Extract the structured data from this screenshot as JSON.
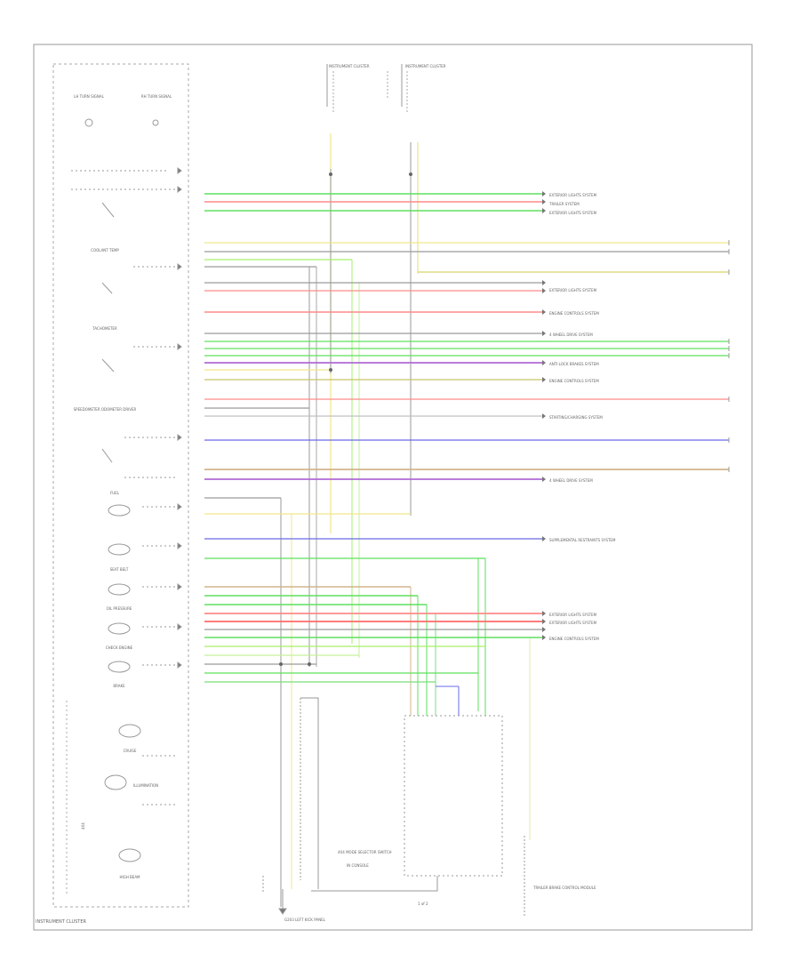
{
  "cluster": {
    "title": "INSTRUMENT CLUSTER",
    "gauges": [
      {
        "label": "COOLANT TEMP"
      },
      {
        "label": "TACHOMETER"
      },
      {
        "label": "SPEEDOMETER ODOMETER DRIVER"
      }
    ],
    "lamps": [
      {
        "label": "FUEL"
      },
      {
        "label": "SEAT BELT"
      },
      {
        "label": "OIL PRESSURE"
      },
      {
        "label": "CHECK ENGINE"
      },
      {
        "label": "BRAKE"
      },
      {
        "label": "CRUISE"
      },
      {
        "label": "ILLUMINATION"
      },
      {
        "label": "HIGH BEAM"
      }
    ],
    "indicators": [
      {
        "label": "LH TURN SIGNAL"
      },
      {
        "label": "RH TURN SIGNAL"
      },
      {
        "label": "4X4"
      }
    ]
  },
  "connectors": {
    "left": {
      "title": "INSTRUMENT CLUSTER"
    },
    "right": {
      "title": "INSTRUMENT CLUSTER"
    }
  },
  "destinations": [
    {
      "label": "EXTERIOR LIGHTS SYSTEM"
    },
    {
      "label": "TRAILER SYSTEM"
    },
    {
      "label": "EXTERIOR LIGHTS SYSTEM"
    },
    {
      "label": "EXTERIOR LIGHTS SYSTEM"
    },
    {
      "label": "ENGINE CONTROLS SYSTEM"
    },
    {
      "label": "4 WHEEL DRIVE SYSTEM"
    },
    {
      "label": "ANTI-LOCK BRAKES SYSTEM"
    },
    {
      "label": "ENGINE CONTROLS SYSTEM"
    },
    {
      "label": "STARTING/CHARGING SYSTEM"
    },
    {
      "label": "4 WHEEL DRIVE SYSTEM"
    },
    {
      "label": "SUPPLEMENTAL RESTRAINTS SYSTEM"
    },
    {
      "label": "EXTERIOR LIGHTS SYSTEM"
    },
    {
      "label": "EXTERIOR LIGHTS SYSTEM"
    },
    {
      "label": "ENGINE CONTROLS SYSTEM"
    }
  ],
  "bottom": {
    "ground_label": "G203 LEFT KICK PANEL",
    "module_label": "4X4 MODE SELECTOR SWITCH",
    "module_sub": "IN CONSOLE",
    "trailer_label": "TRAILER BRAKE CONTROL MODULE",
    "page_code": "1 of 2"
  },
  "colors": {
    "green": "#5ee05e",
    "pink": "#ff8a8a",
    "yellow": "#f0e68c",
    "tan": "#d2b48c",
    "blue": "#6a6ae8",
    "gray": "#9a9a9a",
    "purple": "#b06ad6",
    "lightgreen": "#a6ef6a"
  }
}
